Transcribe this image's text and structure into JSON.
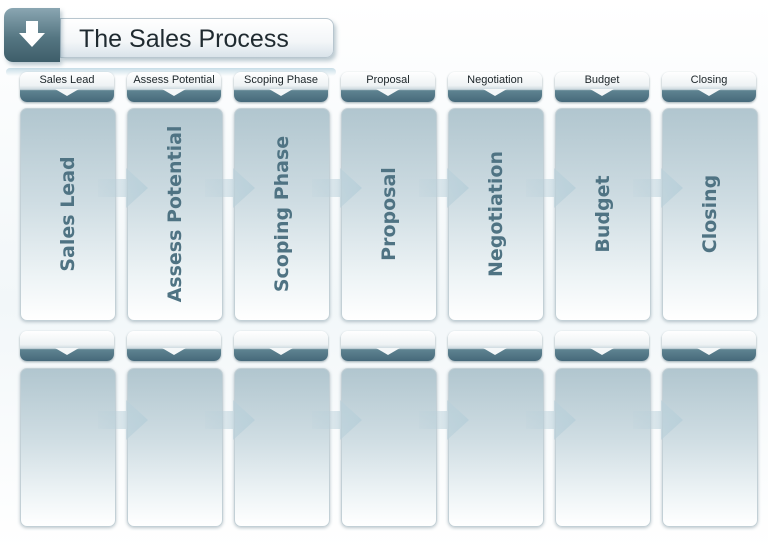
{
  "title": "The Sales Process",
  "title_icon": "arrow-down-icon",
  "colors": {
    "accent": "#557682",
    "stage_text": "#4f7383",
    "arrow": "#b9d0da"
  },
  "stages": [
    {
      "cap_label": "Sales Lead",
      "card_text": "Sales Lead"
    },
    {
      "cap_label": "Assess Potential",
      "card_text": "Assess Potential"
    },
    {
      "cap_label": "Scoping Phase",
      "card_text": "Scoping Phase"
    },
    {
      "cap_label": "Proposal",
      "card_text": "Proposal"
    },
    {
      "cap_label": "Negotiation",
      "card_text": "Negotiation"
    },
    {
      "cap_label": "Budget",
      "card_text": "Budget"
    },
    {
      "cap_label": "Closing",
      "card_text": "Closing"
    }
  ],
  "lower_stages": [
    {
      "cap_label": "",
      "card_text": ""
    },
    {
      "cap_label": "",
      "card_text": ""
    },
    {
      "cap_label": "",
      "card_text": ""
    },
    {
      "cap_label": "",
      "card_text": ""
    },
    {
      "cap_label": "",
      "card_text": ""
    },
    {
      "cap_label": "",
      "card_text": ""
    },
    {
      "cap_label": "",
      "card_text": ""
    }
  ],
  "connector_icon": "right-arrow-icon"
}
